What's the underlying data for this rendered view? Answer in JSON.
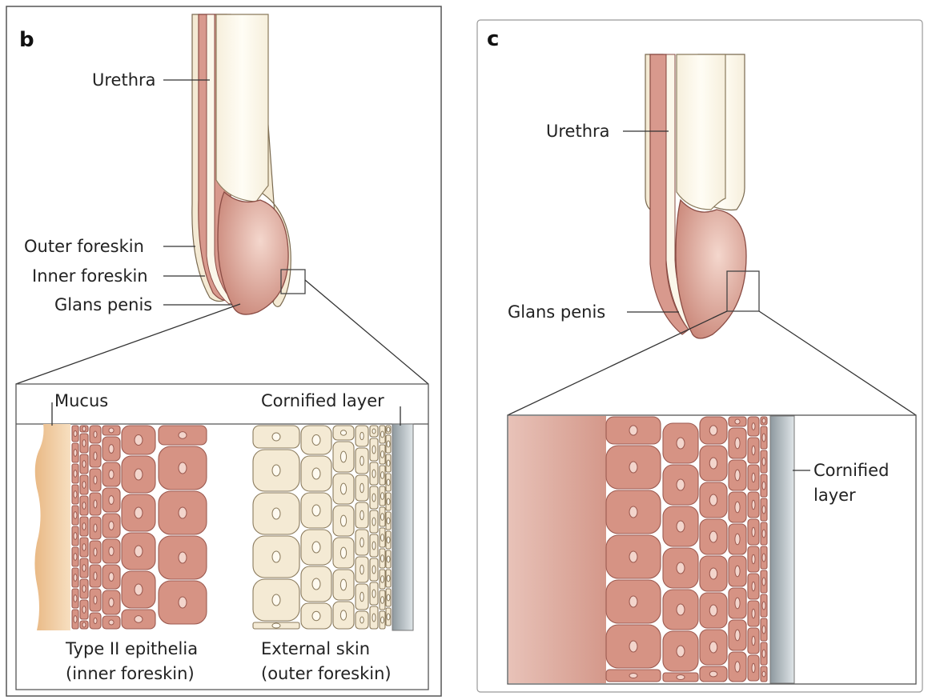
{
  "panels": [
    {
      "letter": "b",
      "labels": {
        "urethra": "Urethra",
        "outer_foreskin": "Outer foreskin",
        "inner_foreskin": "Inner foreskin",
        "glans_penis": "Glans penis",
        "mucus": "Mucus",
        "cornified_layer": "Cornified layer",
        "type2_line1": "Type II epithelia",
        "type2_line2": "(inner foreskin)",
        "external_line1": "External skin",
        "external_line2": "(outer foreskin)"
      }
    },
    {
      "letter": "c",
      "labels": {
        "urethra": "Urethra",
        "glans_penis": "Glans penis",
        "cornified_line1": "Cornified",
        "cornified_line2": "layer"
      }
    }
  ],
  "colors": {
    "tissue_pink": "#d8998d",
    "tissue_dark": "#9c5a50",
    "cell_pink": "#d69384",
    "skin_cream": "#f4ead4",
    "mucus_tan": "#ecc18f",
    "cornified_gray": "#9ba7ad",
    "shaft_cream": "#fbf7ea"
  }
}
